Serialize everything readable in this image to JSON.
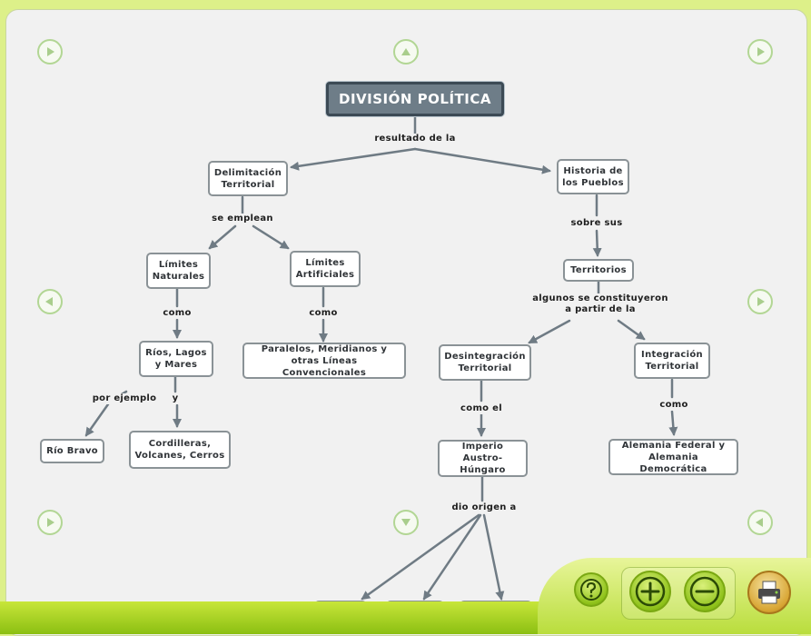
{
  "map": {
    "title": "DIVISIÓN POLÍTICA",
    "nodes": {
      "delimitacion": "Delimitación\nTerritorial",
      "historia": "Historia de\nlos Pueblos",
      "limites_naturales": "Límites\nNaturales",
      "limites_artificiales": "Límites\nArtificiales",
      "territorios": "Territorios",
      "rios": "Ríos, Lagos\ny Mares",
      "paralelos": "Paralelos, Meridianos y\notras Líneas Convencionales",
      "desintegracion": "Desintegración\nTerritorial",
      "integracion": "Integración\nTerritorial",
      "rio_bravo": "Río Bravo",
      "cordilleras": "Cordilleras,\nVolcanes, Cerros",
      "imperio": "Imperio\nAustro-Húngaro",
      "alemania": "Alemania Federal y\nAlemania Democrática",
      "partial_1": "",
      "partial_2": "",
      "partial_3": ""
    },
    "links": {
      "resultado": "resultado de la",
      "se_emplean": "se emplean",
      "sobre_sus": "sobre sus",
      "como_1": "como",
      "como_2": "como",
      "algunos": "algunos se constituyeron\na partir de la",
      "por_ejemplo": "por ejemplo",
      "y": "y",
      "como_el": "como el",
      "como_3": "como",
      "dio_origen": "dio origen a"
    }
  },
  "navigation": {
    "icons": [
      "arrow-up-icon",
      "arrow-left-icon",
      "arrow-right-icon",
      "arrow-down-icon"
    ]
  },
  "controls": {
    "help_icon": "question-icon",
    "zoom_in_icon": "plus-icon",
    "zoom_out_icon": "minus-icon",
    "print_icon": "printer-icon"
  },
  "colors": {
    "frame_bg": "#f1f1f1",
    "node_border": "#8a9296",
    "root_bg": "#6e7d88",
    "edge": "#6f7b84",
    "accent_green": "#8bbf12"
  }
}
